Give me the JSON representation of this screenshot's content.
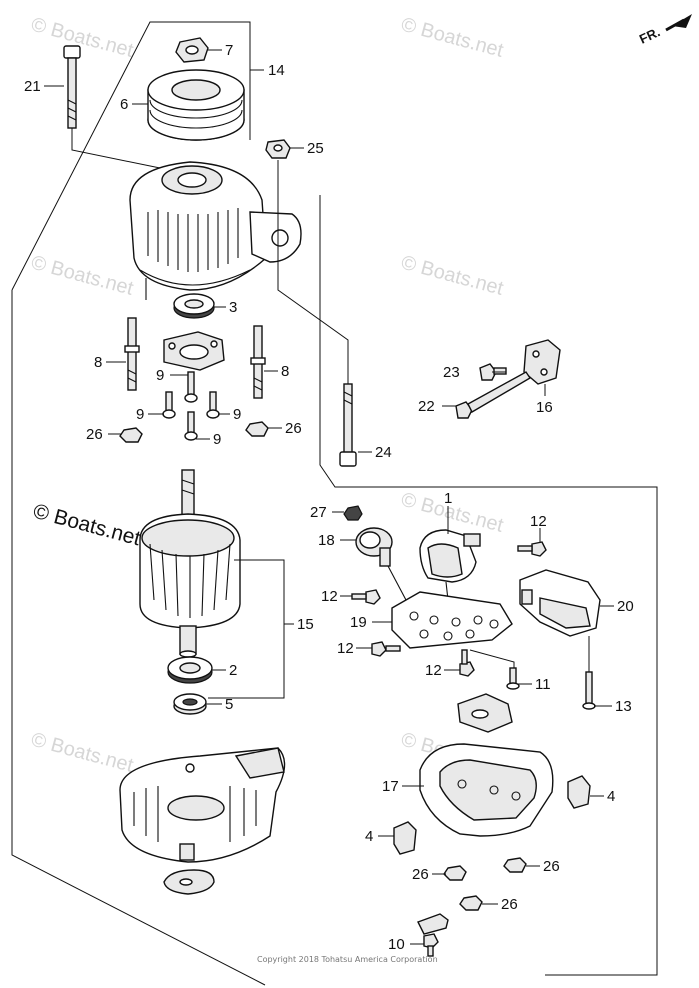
{
  "watermark": {
    "faint_text": "© Boats.net",
    "main_text": "© Boats.net"
  },
  "direction_marker": {
    "label": "FR."
  },
  "copyright": "Copyright 2018 Tohatsu America Corporation",
  "callouts": {
    "c1": "1",
    "c2": "2",
    "c3": "3",
    "c4a": "4",
    "c4b": "4",
    "c5": "5",
    "c6": "6",
    "c7": "7",
    "c8a": "8",
    "c8b": "8",
    "c9a": "9",
    "c9b": "9",
    "c9c": "9",
    "c9d": "9",
    "c10": "10",
    "c11": "11",
    "c12a": "12",
    "c12b": "12",
    "c12c": "12",
    "c12d": "12",
    "c13": "13",
    "c14": "14",
    "c15": "15",
    "c16": "16",
    "c17": "17",
    "c18": "18",
    "c19": "19",
    "c20": "20",
    "c21": "21",
    "c22": "22",
    "c23": "23",
    "c24": "24",
    "c25": "25",
    "c26a": "26",
    "c26b": "26",
    "c26c": "26",
    "c26d": "26",
    "c26e": "26",
    "c27": "27"
  }
}
